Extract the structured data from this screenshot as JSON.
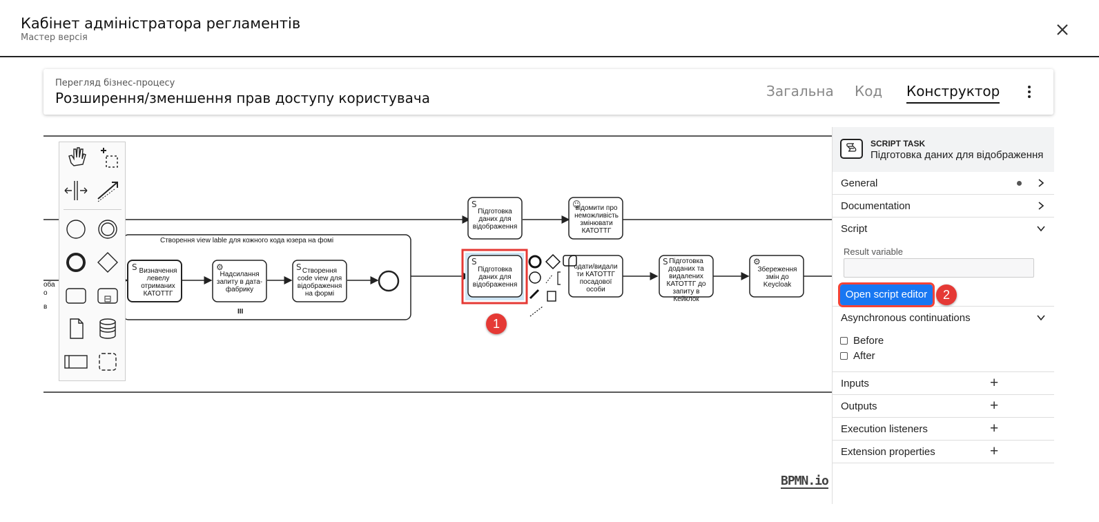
{
  "header": {
    "title": "Кабінет адміністратора регламентів",
    "subtitle": "Мастер версія"
  },
  "process": {
    "breadcrumb": "Перегляд бізнес-процесу",
    "title": "Розширення/зменшення прав доступу користувача",
    "tabs": [
      {
        "label": "Загальна",
        "active": false
      },
      {
        "label": "Код",
        "active": false
      },
      {
        "label": "Конструктор",
        "active": true
      }
    ]
  },
  "diagram": {
    "subprocess_label": "Створення view lable для кожного кода юзера на фомі",
    "tasks": [
      {
        "label": "Визначення левелу отриманих КАТОТТГ"
      },
      {
        "label": "Надсилання запиту в дата-фабрику"
      },
      {
        "label": "Створення code view для відображення на формі"
      },
      {
        "label": "Підготовка даних для відображення"
      },
      {
        "label": "відомити про неможливість змінювати КАТОТТГ"
      },
      {
        "label": "Підготовка даних для відображення"
      },
      {
        "label": "одати/видали ти КАТОТТГ посадової особи"
      },
      {
        "label": "Підготовка доданих та видалених КАТОТТГ до запиту в Кейклок"
      },
      {
        "label": "Збереження змін до Keycloak"
      }
    ],
    "cut_text": [
      "оба",
      "о",
      "в"
    ],
    "multi_instance_marker": "III"
  },
  "properties": {
    "element_type": "SCRIPT TASK",
    "element_name": "Підготовка даних для відображення",
    "groups": {
      "general": "General",
      "documentation": "Documentation",
      "script": "Script",
      "async": "Asynchronous continuations",
      "inputs": "Inputs",
      "outputs": "Outputs",
      "listeners": "Execution listeners",
      "extensions": "Extension properties"
    },
    "result_variable_label": "Result variable",
    "result_variable_value": "",
    "open_script_editor": "Open script editor",
    "before_label": "Before",
    "after_label": "After"
  },
  "badges": {
    "one": "1",
    "two": "2"
  },
  "logo": "BPMN.io",
  "colors": {
    "accent": "#1877f2",
    "highlight": "#e53935",
    "selected_fill": "#b3d9f2"
  }
}
